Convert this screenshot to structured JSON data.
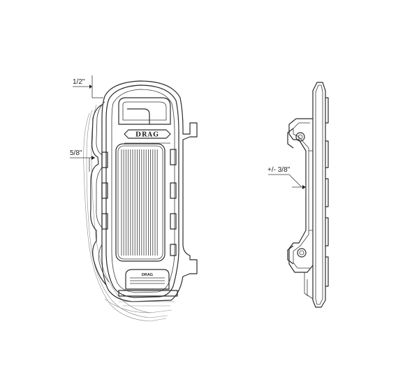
{
  "dimensions": {
    "top_offset": "1/2\"",
    "side_offset": "5/8\"",
    "cant_tolerance": "+/- 3/8\""
  },
  "logo": {
    "brand_badge": "DRAG",
    "heel_badge": "DRAG"
  }
}
